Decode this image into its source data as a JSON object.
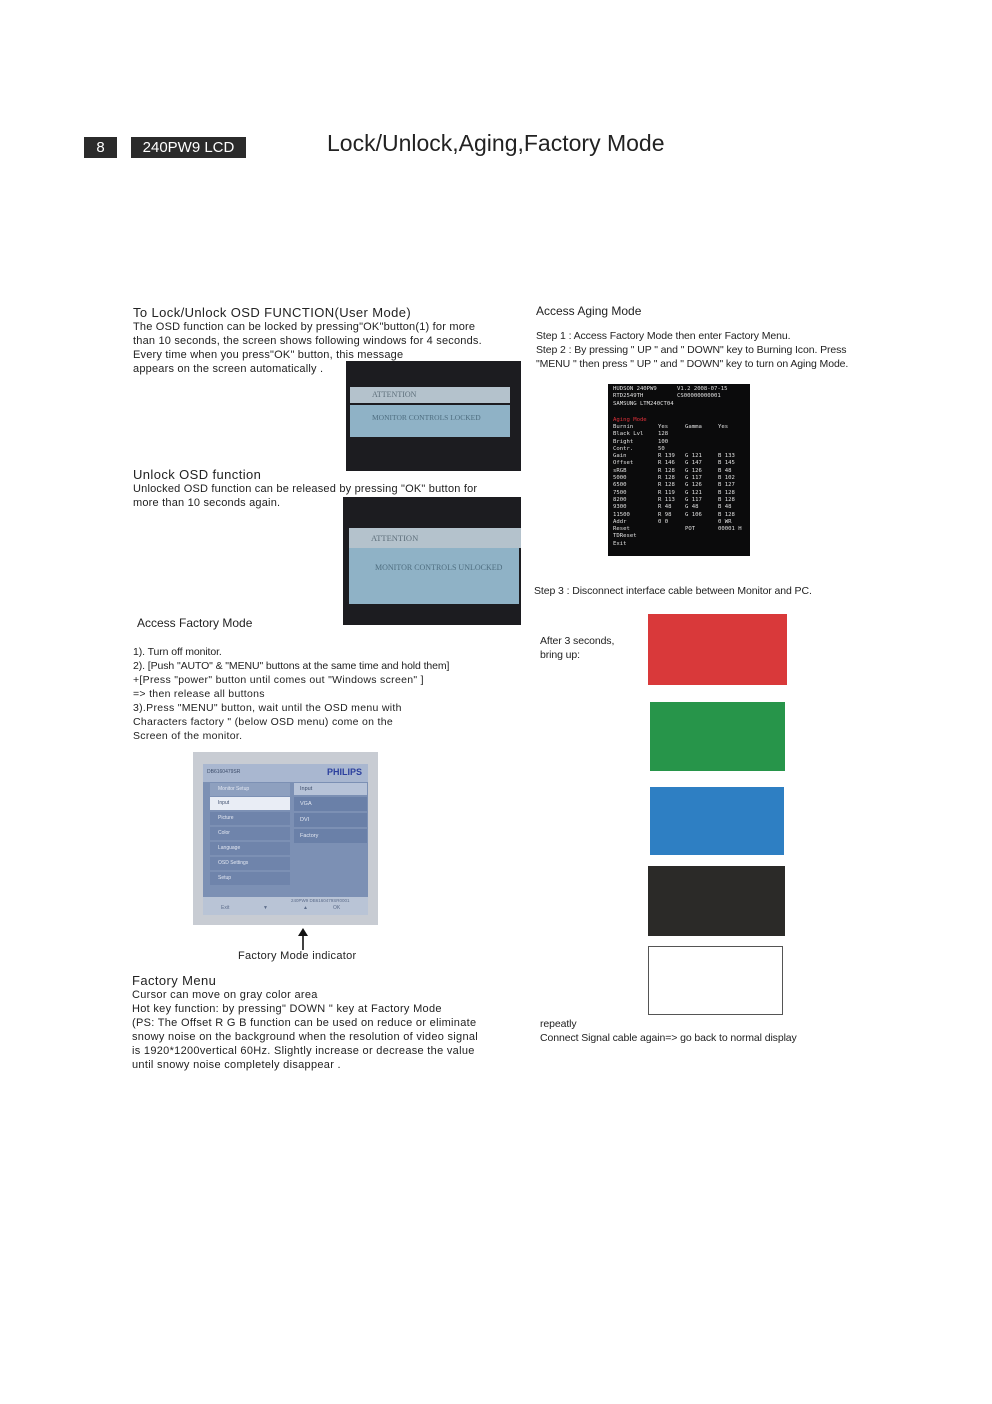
{
  "header": {
    "page_number": "8",
    "model": "240PW9 LCD",
    "title": "Lock/Unlock,Aging,Factory Mode"
  },
  "lock": {
    "heading": "To Lock/Unlock   OSD  FUNCTION(User     Mode)",
    "lines": [
      "The OSD  function can be locked  by pressing\"OK\"button(1)   for more",
      "than 10 seconds,  the screen  shows  following windows for 4 seconds.",
      "Every  time when you press\"OK\"   button, this message",
      "appears  on the screen  automatically ."
    ],
    "osd_title": "ATTENTION",
    "osd_message": "MONITOR CONTROLS LOCKED"
  },
  "unlock": {
    "heading": "Unlock  OSD  function",
    "lines": [
      "Unlocked OSD  function can be released  by pressing  \"OK\"  button for",
      "more than 10 seconds  again."
    ],
    "osd_title": "ATTENTION",
    "osd_message": "MONITOR CONTROLS UNLOCKED"
  },
  "factory_access": {
    "heading": "Access Factory Mode",
    "lines": [
      "1).  Turn off monitor.",
      "2).  [Push \"AUTO\" & \"MENU\" buttons at the same time and hold them]",
      "+[Press  \"power\"  button until comes  out \"Windows  screen\"  ]",
      "=> then release  all buttons",
      "3).Press   \"MENU\"  button, wait until the OSD  menu with",
      "Characters  factory  \" (below OSD menu) come on the",
      "   Screen  of the monitor."
    ],
    "indicator_label": "Factory  Mode indicator"
  },
  "philips_osd": {
    "brand": "PHILIPS",
    "model_text": "DB6160479SR",
    "menu_header": "Monitor Setup",
    "sub_header": "Input",
    "menu_items": [
      "Input",
      "Picture",
      "Color",
      "Language",
      "OSD Settings",
      "Setup"
    ],
    "sub_items": [
      "VGA",
      "DVI",
      "Factory"
    ],
    "bottom_left": "Exit",
    "bottom_mid": "▼",
    "bottom_right_top": "240PW9  DB6160479SR0001",
    "bottom_right_a": "▲",
    "bottom_right_b": "OK"
  },
  "factory_menu": {
    "heading": "Factory   Menu",
    "lines": [
      "Cursor  can  move on gray color area",
      "Hot key function: by pressing\" DOWN \" key at  Factory  Mode",
      "(PS:  The Offset R G B function can be used  on reduce or eliminate",
      "snowy noise  on the background  when the resolution of video signal",
      "is 1920*1200vertical 60Hz.  Slightly increase  or decrease  the value",
      "until snowy noise completely disappear ."
    ]
  },
  "aging": {
    "heading": "Access Aging     Mode",
    "steps": [
      "Step 1 :   Access Factory Mode then enter Factory Menu.",
      "Step 2 : By pressing    \"    UP    \" and  \" DOWN\" key to Burning Icon. Press",
      "\"MENU \" then press    \"    UP  \" and  \" DOWN\" key to turn on  Aging Mode."
    ],
    "step3": "Step 3 : Disconnect interface cable between Monitor and PC.",
    "after_lines": [
      "After 3 seconds,",
      "bring up:"
    ],
    "repeat_lines": [
      "repeatly",
      "Connect Signal cable again=> go back to normal display"
    ],
    "colors": {
      "red": "#d9393a",
      "green": "#27954a",
      "blue": "#2e7fc3",
      "black": "#2b2a28",
      "white": "#ffffff"
    }
  },
  "factory_screen": {
    "header_lines": [
      "HUDSON 240PW9      V1.2 2008-07-15",
      "RTD2549TH          CS00000000001",
      "SAMSUNG LTM240CT04"
    ],
    "red_label": "Aging Mode",
    "rows": [
      [
        "Burnin",
        "Yes",
        "Gamma",
        "Yes"
      ],
      [
        "Black Lvl",
        "128",
        "",
        ""
      ],
      [
        "Bright",
        "100",
        "",
        ""
      ],
      [
        "Contr.",
        "50",
        "",
        ""
      ],
      [
        "Gain",
        "R 139",
        "G 121",
        "B 133"
      ],
      [
        "Offset",
        "R 146",
        "G 147",
        "B 145"
      ],
      [
        "sRGB",
        "R 128",
        "G 126",
        "B  48"
      ],
      [
        "5000",
        "R 128",
        "G 117",
        "B 102"
      ],
      [
        "6500",
        "R 128",
        "G 126",
        "B 127"
      ],
      [
        "7500",
        "R 119",
        "G 121",
        "B 128"
      ],
      [
        "8200",
        "R 113",
        "G 117",
        "B 128"
      ],
      [
        "9300",
        "R  48",
        "G  48",
        "B  48"
      ],
      [
        "11500",
        "R  98",
        "G 106",
        "B 128"
      ],
      [
        "Addr",
        "0   0",
        "",
        "0     WR"
      ],
      [
        "Reset",
        "",
        "POT",
        "00001  H"
      ],
      [
        "TDReset",
        "",
        "",
        ""
      ],
      [
        "Exit",
        "",
        "",
        ""
      ]
    ]
  }
}
